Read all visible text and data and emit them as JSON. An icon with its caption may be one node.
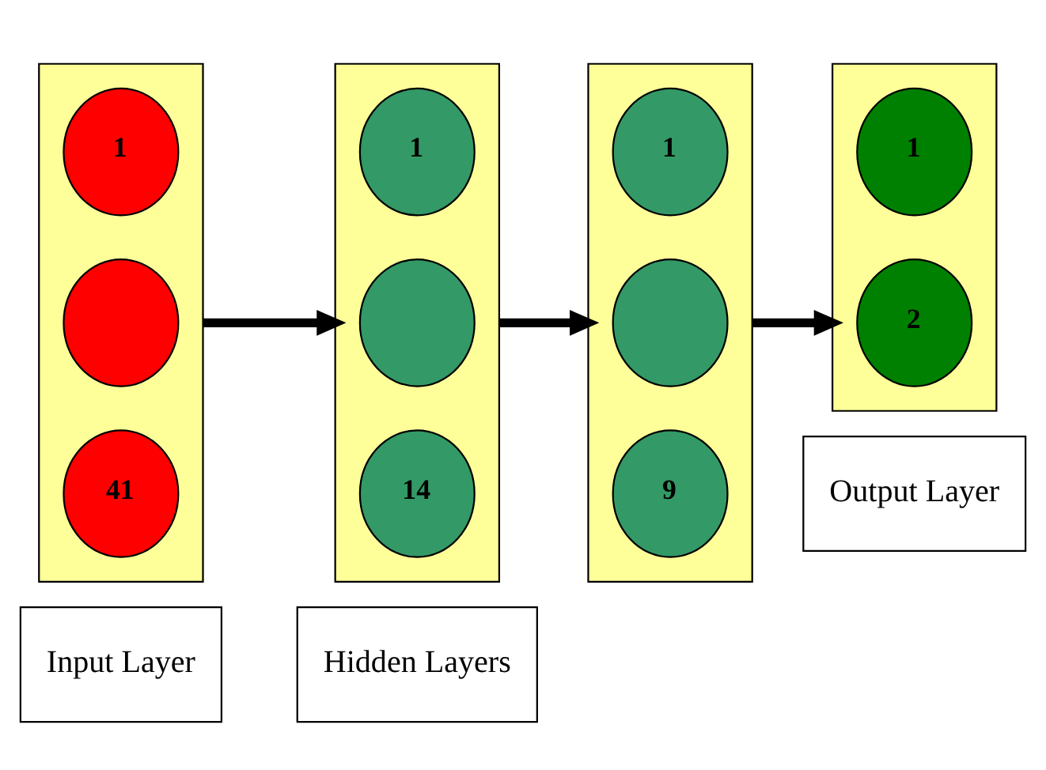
{
  "diagram": {
    "nodes": [
      {
        "text": [],
        "shape": "box"
      },
      {
        "text": [
          "1"
        ],
        "in": 0
      },
      {
        "text": [],
        "shape": "circle",
        "in": 0
      },
      {
        "text": [
          "41"
        ],
        "in": 0
      },
      {
        "text": [],
        "shape": "box"
      },
      {
        "text": [
          "1"
        ],
        "in": 4
      },
      {
        "text": [],
        "shape": "circle",
        "in": 4
      },
      {
        "text": [
          "14"
        ],
        "in": 4
      },
      {
        "text": [],
        "shape": "box"
      },
      {
        "text": [
          "1"
        ],
        "in": 8
      },
      {
        "text": [],
        "shape": "circle",
        "in": 8
      },
      {
        "text": [
          "9"
        ],
        "in": 8
      },
      {
        "text": [],
        "shape": "box"
      },
      {
        "text": [
          "1"
        ],
        "in": 12
      },
      {
        "text": [
          "2"
        ],
        "in": 12
      },
      {
        "text": [
          "Input Layer"
        ]
      },
      {
        "text": [
          "Hidden Layers"
        ]
      },
      {
        "text": [
          "Output Layer"
        ]
      }
    ],
    "edges": [
      {
        "from": 0,
        "to": 4,
        "arrow": "to"
      },
      {
        "from": 4,
        "to": 8,
        "arrow": "to"
      },
      {
        "from": 8,
        "to": 12,
        "arrow": "to"
      }
    ]
  }
}
